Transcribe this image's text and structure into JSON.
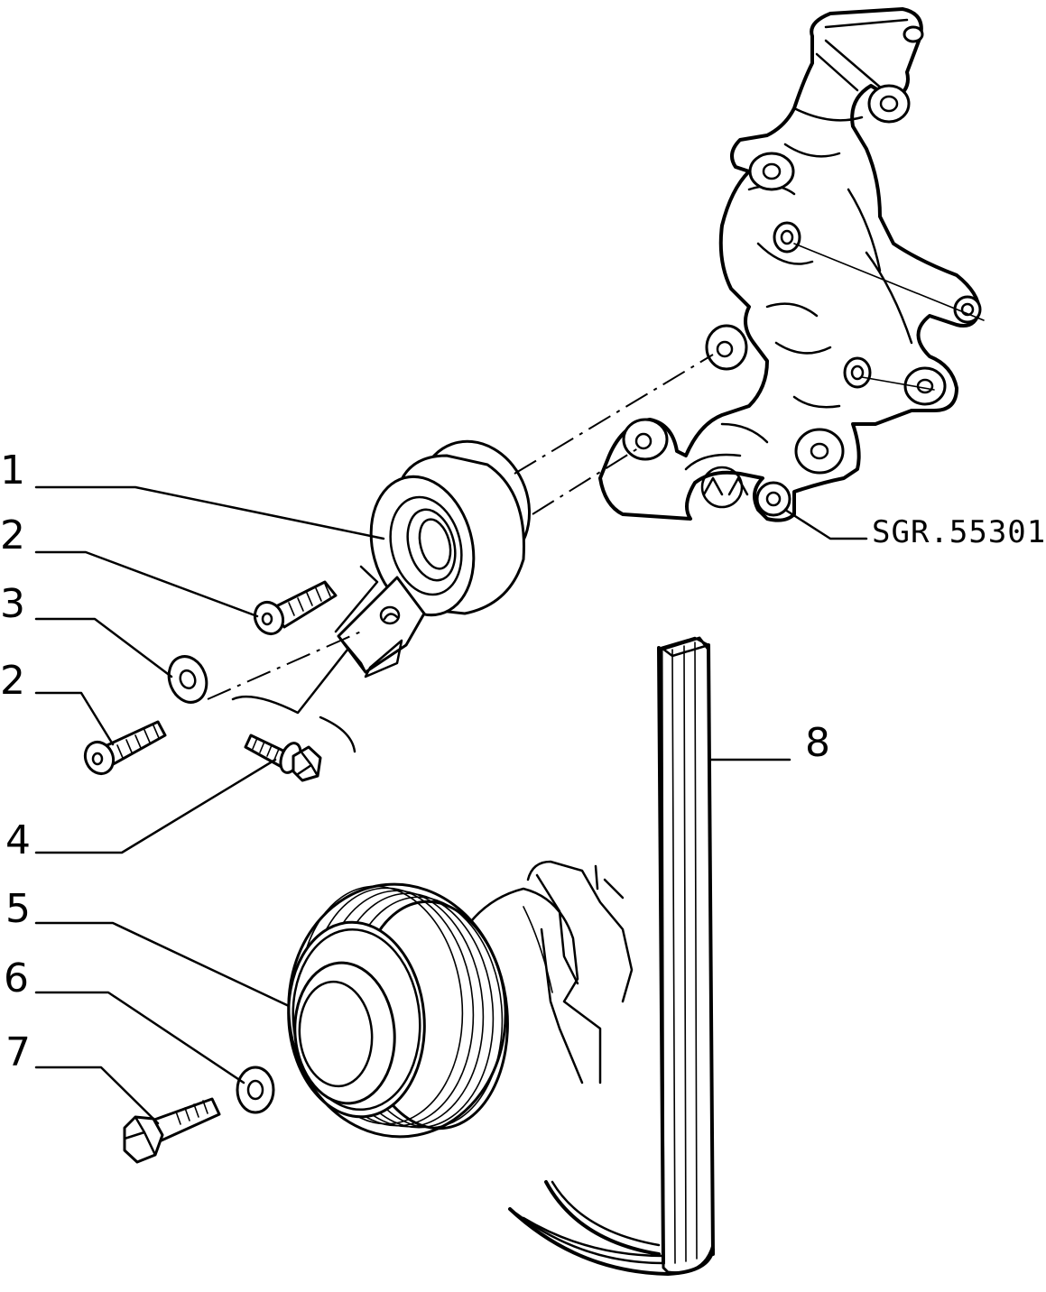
{
  "diagram": {
    "reference_code": "SGR.55301",
    "callouts": [
      {
        "id": "1",
        "label": "1"
      },
      {
        "id": "2a",
        "label": "2"
      },
      {
        "id": "3",
        "label": "3"
      },
      {
        "id": "2b",
        "label": "2"
      },
      {
        "id": "4",
        "label": "4"
      },
      {
        "id": "5",
        "label": "5"
      },
      {
        "id": "6",
        "label": "6"
      },
      {
        "id": "7",
        "label": "7"
      },
      {
        "id": "8",
        "label": "8"
      }
    ]
  }
}
